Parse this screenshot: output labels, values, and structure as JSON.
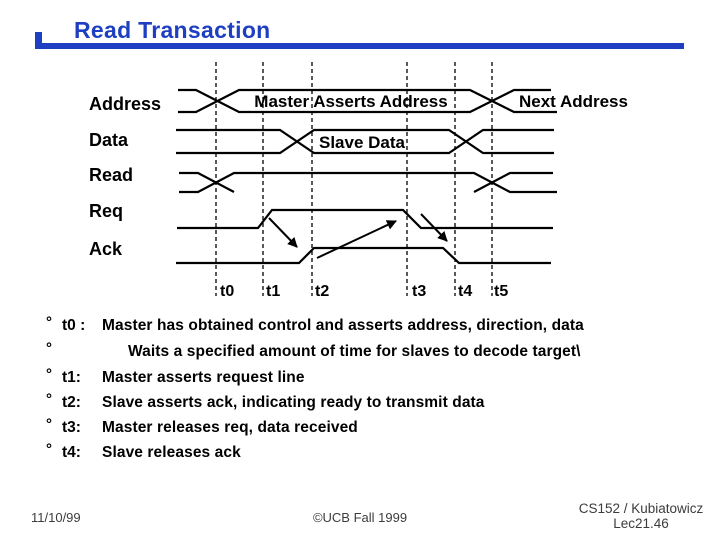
{
  "title": "Read Transaction",
  "colors": {
    "accent_blue": "#1e3fc1",
    "ink": "#000000",
    "footer_gray": "#3c3c3c"
  },
  "diagram": {
    "signals": [
      {
        "label": "Address"
      },
      {
        "label": "Data"
      },
      {
        "label": "Read"
      },
      {
        "label": "Req"
      },
      {
        "label": "Ack"
      }
    ],
    "bus_labels": {
      "address_active": "Master Asserts Address",
      "address_next": "Next Address",
      "data_active": "Slave Data"
    },
    "time_labels": [
      {
        "label": "t0"
      },
      {
        "label": "t1"
      },
      {
        "label": "t2"
      },
      {
        "label": "t3"
      },
      {
        "label": "t4"
      },
      {
        "label": "t5"
      }
    ]
  },
  "notes": {
    "items": [
      {
        "bullet": "°",
        "key": "t0 :",
        "text": "Master has obtained control and asserts address, direction, data"
      },
      {
        "bullet": "°",
        "key": "",
        "text": "Waits a specified amount of time for slaves to decode target\\"
      },
      {
        "bullet": "°",
        "key": "t1:",
        "text": "Master asserts request line"
      },
      {
        "bullet": "°",
        "key": "t2:",
        "text": "Slave asserts ack, indicating ready to transmit data"
      },
      {
        "bullet": "°",
        "key": "t3:",
        "text": "Master releases req, data received"
      },
      {
        "bullet": "°",
        "key": "t4:",
        "text": "Slave releases ack"
      }
    ]
  },
  "footer": {
    "date": "11/10/99",
    "center": "©UCB Fall 1999",
    "course": "CS152 / Kubiatowicz",
    "lecture": "Lec21.46"
  }
}
